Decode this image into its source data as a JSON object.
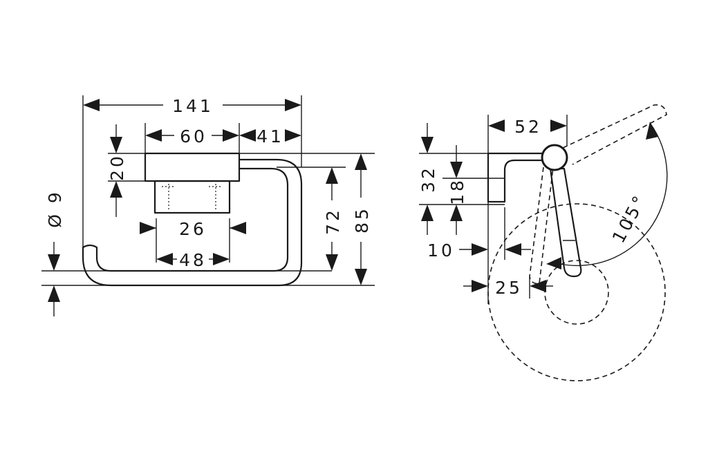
{
  "front_view": {
    "dims": {
      "overall_width": "141",
      "bracket_width": "60",
      "right_offset": "41",
      "bracket_height": "20",
      "rod_diameter": "Ø 9",
      "inner_mount": "26",
      "outer_mount": "48",
      "inner_height": "72",
      "overall_height": "85"
    }
  },
  "side_view": {
    "dims": {
      "depth": "52",
      "mount_height": "32",
      "inner_mount_height": "18",
      "wall_offset": "10",
      "roll_offset": "25",
      "swing_angle": "105°"
    }
  }
}
